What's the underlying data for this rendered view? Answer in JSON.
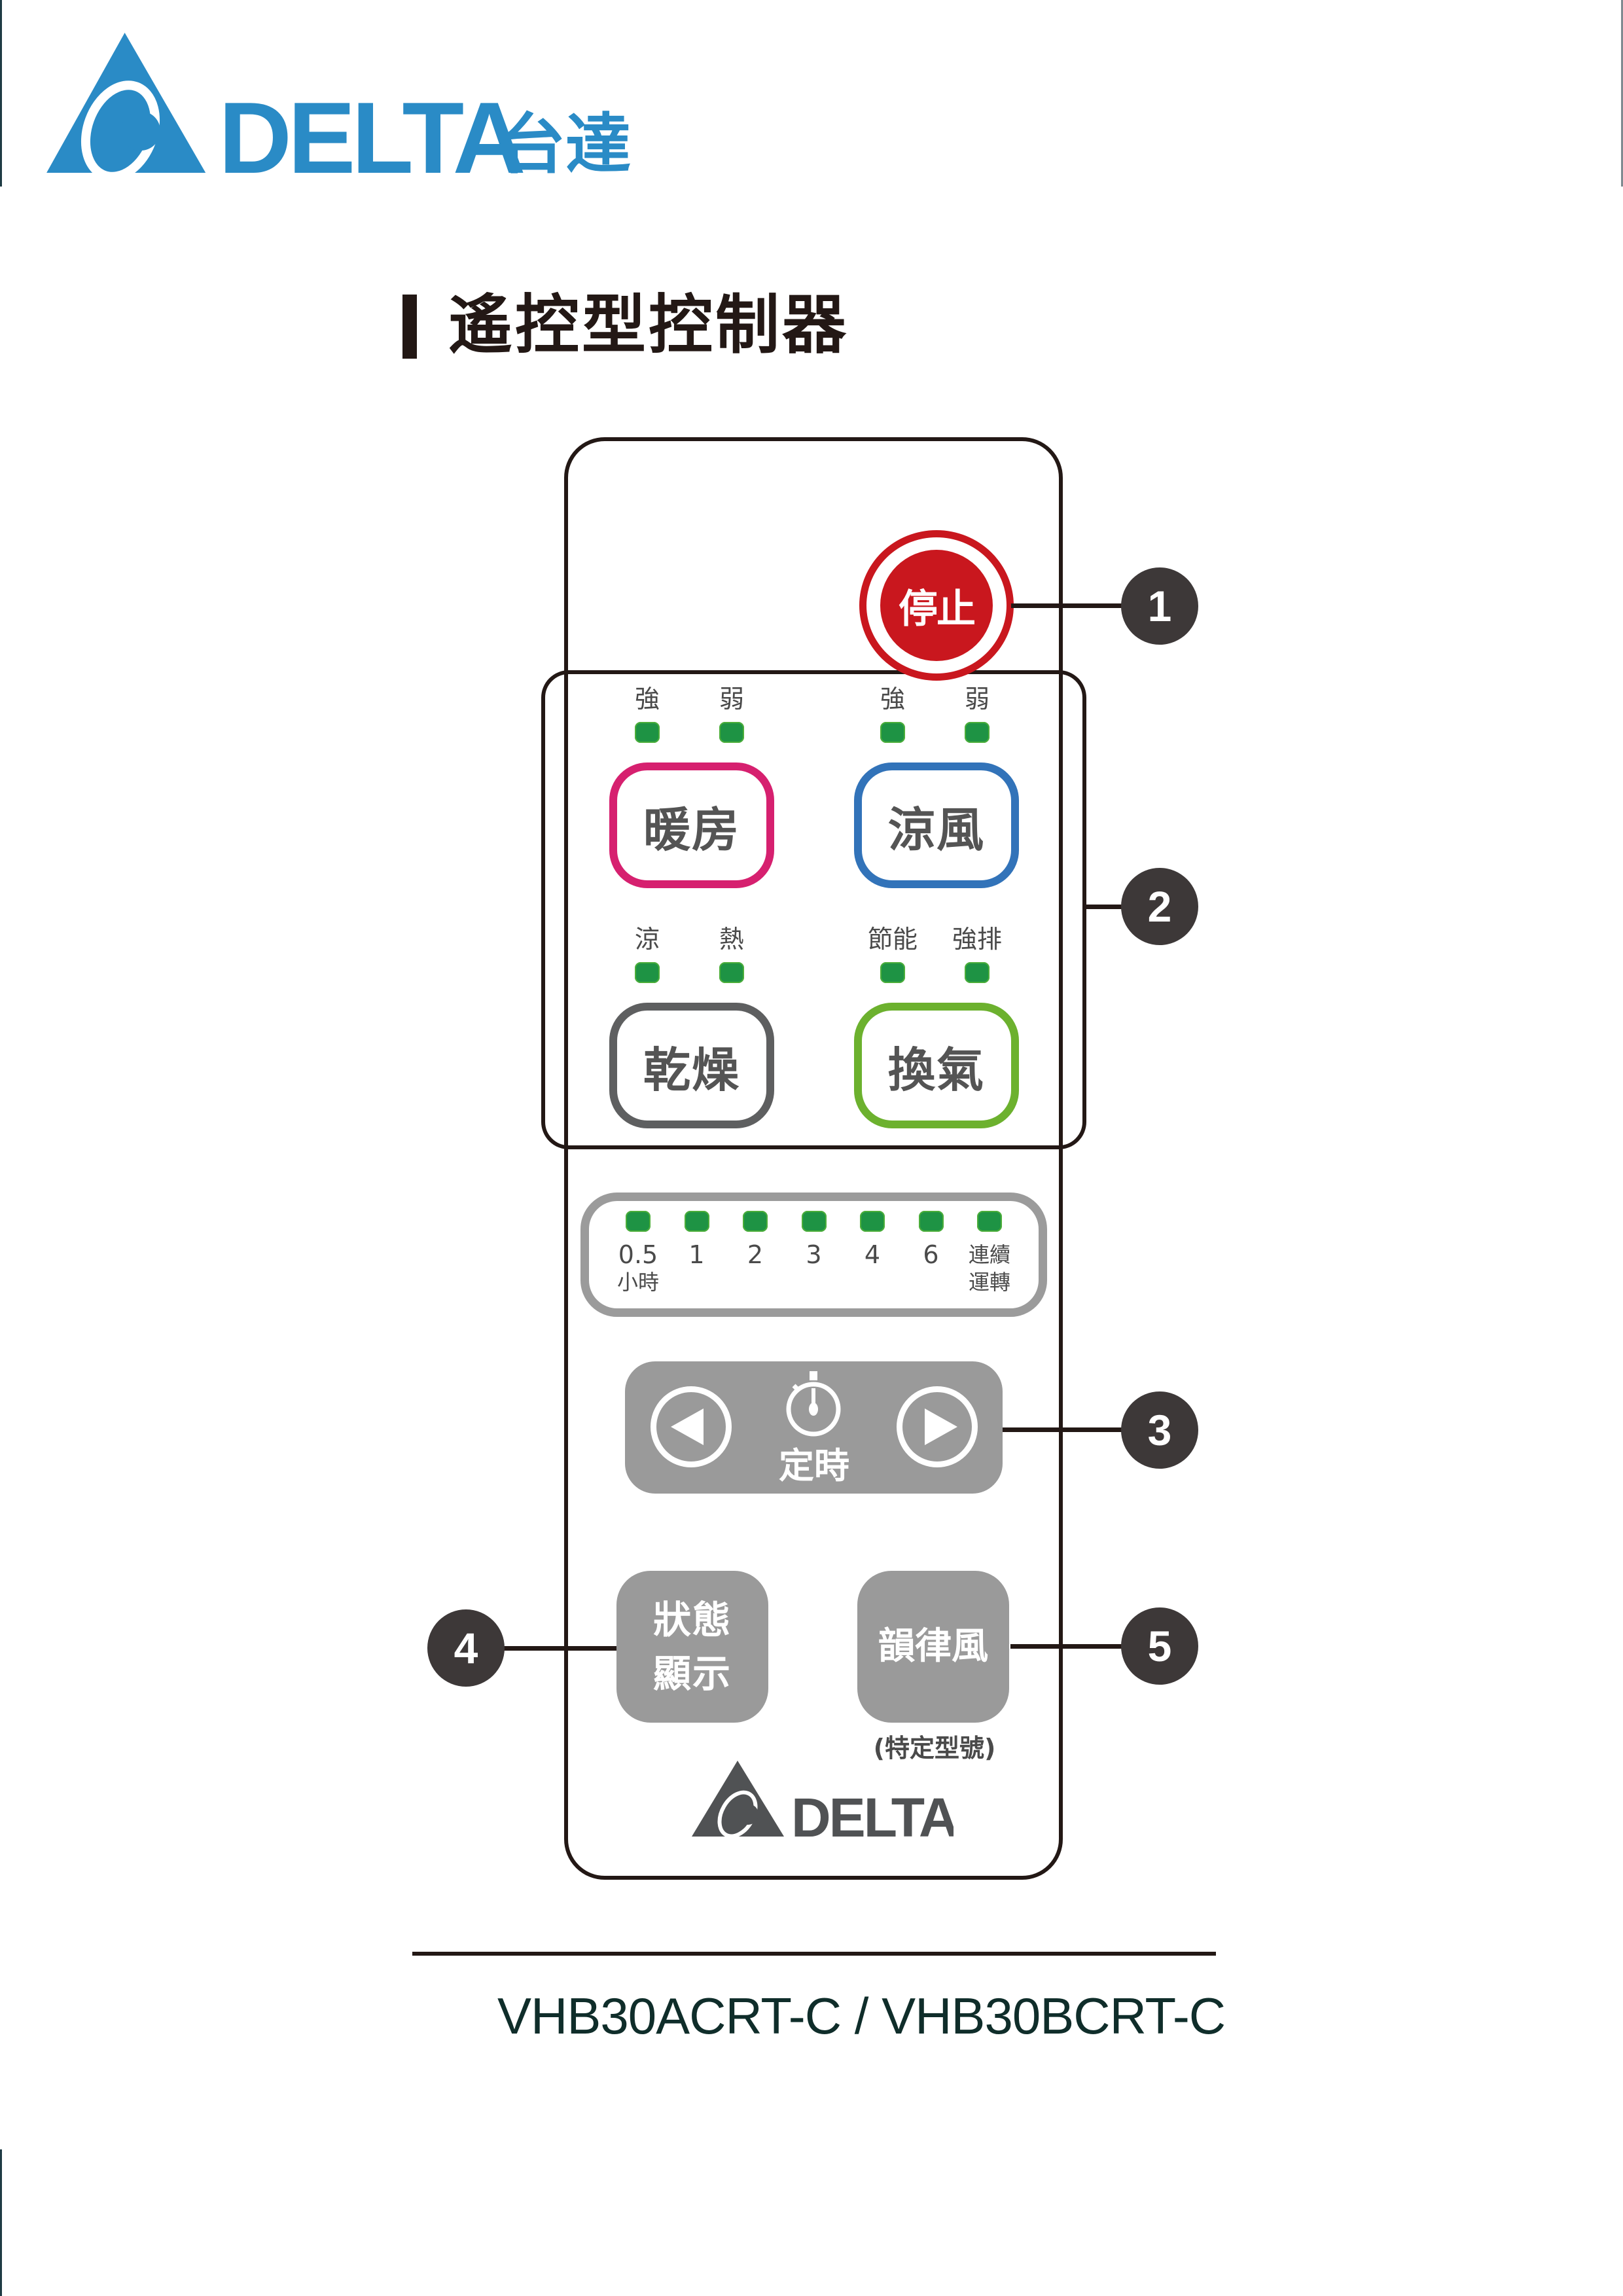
{
  "brand": {
    "name": "DELTA",
    "name_zh": "台達",
    "color": "#2a8bc6",
    "logo_icon": "delta-triangle-logo-icon"
  },
  "page": {
    "title": "遙控型控制器",
    "model_numbers": "VHB30ACRT-C / VHB30BCRT-C"
  },
  "remote": {
    "stop_button": {
      "label": "停止",
      "color": "#c9171e"
    },
    "mode_groups": [
      {
        "leds": [
          "強",
          "弱"
        ],
        "button": "暖房",
        "border_color": "#d6206f"
      },
      {
        "leds": [
          "強",
          "弱"
        ],
        "button": "涼風",
        "border_color": "#3273b9"
      },
      {
        "leds": [
          "涼",
          "熱"
        ],
        "button": "乾燥",
        "border_color": "#5e5f60"
      },
      {
        "leds": [
          "節能",
          "強排"
        ],
        "button": "換氣",
        "border_color": "#6cb12e"
      }
    ],
    "timer_leds": [
      {
        "line1": "0.5",
        "line2": "小時"
      },
      {
        "line1": "1",
        "line2": ""
      },
      {
        "line1": "2",
        "line2": ""
      },
      {
        "line1": "3",
        "line2": ""
      },
      {
        "line1": "4",
        "line2": ""
      },
      {
        "line1": "6",
        "line2": ""
      },
      {
        "line1": "連續",
        "line2": "運轉"
      }
    ],
    "timer_button": {
      "label": "定時",
      "icon": "stopwatch-icon",
      "left_icon": "triangle-left-icon",
      "right_icon": "triangle-right-icon"
    },
    "status_button": {
      "line1": "狀態",
      "line2": "顯示"
    },
    "rhythm_button": {
      "label": "韻律風",
      "note": "(特定型號)"
    },
    "footer_logo": {
      "name": "DELTA",
      "color": "#505254"
    },
    "led_color": "#1e9344"
  },
  "callouts": [
    "1",
    "2",
    "3",
    "4",
    "5"
  ]
}
